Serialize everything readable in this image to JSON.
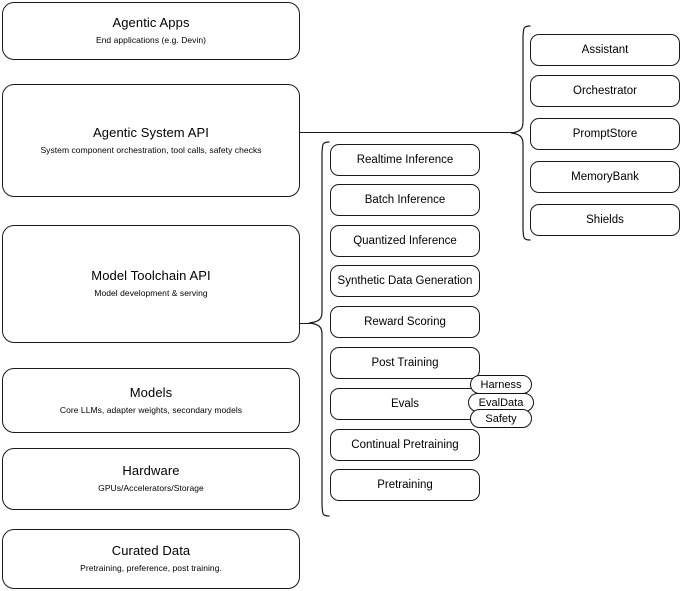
{
  "diagram": {
    "title": "AI Stack Architecture Diagram",
    "background_color": "#ffffff",
    "stroke_color": "#1a1a1a"
  },
  "stack_layers": [
    {
      "title": "Agentic Apps",
      "subtitle": "End applications (e.g. Devin)"
    },
    {
      "title": "Agentic System API",
      "subtitle": "System component orchestration, tool calls, safety checks"
    },
    {
      "title": "Model Toolchain API",
      "subtitle": "Model development & serving"
    },
    {
      "title": "Models",
      "subtitle": "Core LLMs, adapter weights, secondary models"
    },
    {
      "title": "Hardware",
      "subtitle": "GPUs/Accelerators/Storage"
    },
    {
      "title": "Curated Data",
      "subtitle": "Pretraining, preference, post training."
    }
  ],
  "toolchain_components": [
    {
      "label": "Realtime Inference"
    },
    {
      "label": "Batch Inference"
    },
    {
      "label": "Quantized Inference"
    },
    {
      "label": "Synthetic Data Generation"
    },
    {
      "label": "Reward Scoring"
    },
    {
      "label": "Post Training"
    },
    {
      "label": "Evals"
    },
    {
      "label": "Continual Pretraining"
    },
    {
      "label": "Pretraining"
    }
  ],
  "agentic_components": [
    {
      "label": "Assistant"
    },
    {
      "label": "Orchestrator"
    },
    {
      "label": "PromptStore"
    },
    {
      "label": "MemoryBank"
    },
    {
      "label": "Shields"
    }
  ],
  "evals_tags": [
    {
      "label": "Harness"
    },
    {
      "label": "EvalData"
    },
    {
      "label": "Safety"
    }
  ]
}
